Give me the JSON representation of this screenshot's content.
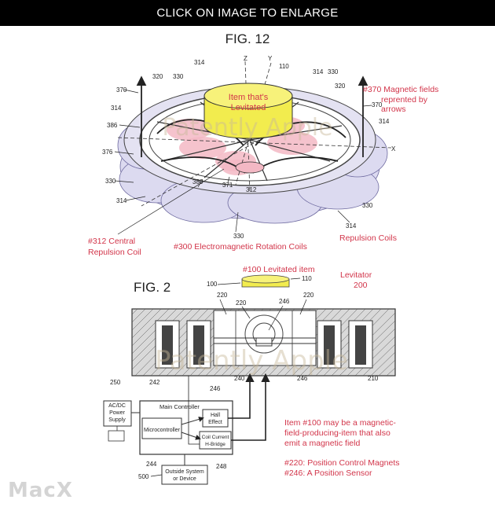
{
  "header": {
    "enlarge_label": "CLICK ON IMAGE TO ENLARGE"
  },
  "fig12": {
    "title": "FIG. 12",
    "item_label_1": "Item that's",
    "item_label_2": "Levitated",
    "watermark": "Patently Apple",
    "notes": {
      "fields_1": "#370 Magnetic fields",
      "fields_2": "reprented by",
      "fields_3": "arrows",
      "central_1": "#312 Central",
      "central_2": "Repulsion Coil",
      "rotation": "#300 Electromagnetic Rotation Coils",
      "repulsion": "Repulsion Coils"
    },
    "refs": {
      "r314a": "314",
      "r320a": "320",
      "r330a": "330",
      "rZ": "Z",
      "rY": "Y",
      "r110": "110",
      "r314b": "314",
      "r330b": "330",
      "r320b": "320",
      "r370a": "370",
      "r314c": "314",
      "r386": "386",
      "r370b": "370",
      "r314d": "314",
      "r376": "376",
      "rX": "X",
      "r330c": "330",
      "r380": "380",
      "r371": "371",
      "r312": "312",
      "r314e": "314",
      "r330d": "330",
      "r330e": "330",
      "r314f": "314"
    }
  },
  "fig2": {
    "title": "FIG. 2",
    "levitated_item": "#100 Levitated item",
    "levitator_1": "Levitator",
    "levitator_2": "200",
    "watermark": "Patently Apple",
    "refs": {
      "r100": "100",
      "r110": "110",
      "r220a": "220",
      "r220b": "220",
      "r246a": "246",
      "r220c": "220",
      "r250": "250",
      "r242": "242",
      "r246b": "246",
      "r240": "240",
      "r246c": "246",
      "r210": "210",
      "r244": "244",
      "r248": "248",
      "r500": "500"
    },
    "blocks": {
      "power_1": "AC/DC",
      "power_2": "Power",
      "power_3": "Supply",
      "main_controller": "Main Controller",
      "hall_1": "Hall",
      "hall_2": "Effect",
      "microcontroller": "Microcontroller",
      "coil_1": "Coil Current",
      "coil_2": "H-Bridge",
      "outside_1": "Outside System",
      "outside_2": "or Device"
    },
    "notes": {
      "n1": "Item #100 may be a magnetic-",
      "n2": "field-producing-item that also",
      "n3": "emit a magnetic field",
      "n4": "#220: Position Control Magnets",
      "n5": "#246: A Position Sensor"
    }
  },
  "footer": {
    "watermark": "MacX"
  },
  "colors": {
    "red": "#d2354a",
    "yellow": "#f2ec4e",
    "lavender": "#dcdaf0",
    "pink": "#f3b8c4"
  }
}
